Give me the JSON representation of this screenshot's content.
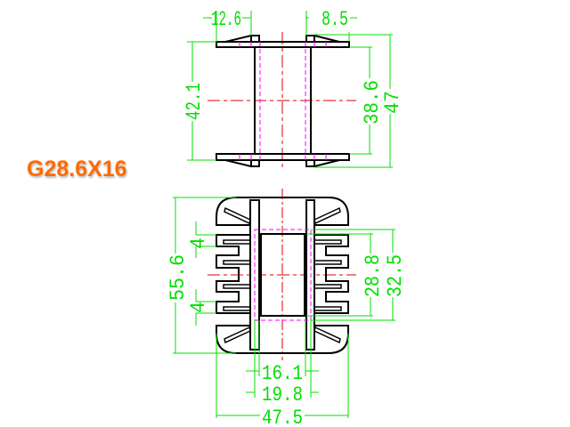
{
  "title": "G28.6X16",
  "colors": {
    "dimension": "#00e000",
    "outline": "#000000",
    "centerline": "#e00000",
    "hidden": "#ff00ff",
    "title": "#ff6a00"
  },
  "top_view": {
    "dims": {
      "flange_left": "12.6",
      "flange_right": "8.5",
      "height_inner": "42.1",
      "height_core": "38.6",
      "height_total": "47"
    }
  },
  "bottom_view": {
    "dims": {
      "height_total": "55.6",
      "slot_upper": "4",
      "slot_lower": "4",
      "window_height": "28.8",
      "outer_window_height": "32.5",
      "window_width": "16.1",
      "outer_window_width": "19.8",
      "width_total": "47.5"
    }
  }
}
